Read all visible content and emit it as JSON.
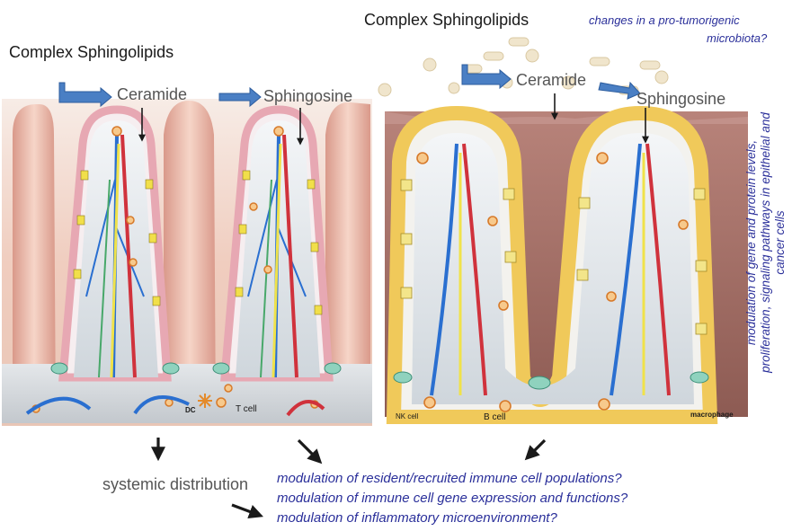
{
  "left_panel": {
    "title": "Complex Sphingolipids",
    "ceramide": "Ceramide",
    "sphingosine": "Sphingosine",
    "cell_labels": {
      "dc": "DC",
      "tcell": "T cell"
    }
  },
  "right_panel": {
    "title": "Complex Sphingolipids",
    "ceramide": "Ceramide",
    "sphingosine": "Sphingosine",
    "microbiota_question": [
      "changes in a pro-tumorigenic",
      "microbiota?"
    ],
    "cell_labels": {
      "nk": "NK cell",
      "bcell": "B cell",
      "macrophage": "macrophage"
    },
    "side_annotation": "modulation of gene and protein levels, proliferation, signaling pathways in epithelial and cancer cells"
  },
  "bottom": {
    "systemic": "systemic distribution",
    "questions": [
      "modulation of resident/recruited immune cell populations?",
      "modulation of immune cell gene expression and functions?",
      "modulation of inflammatory microenvironment?"
    ]
  },
  "colors": {
    "label_blue": "#2a2f9a",
    "arrow_blue": "#4a7fc4",
    "tissue_pink": "#e7b2a2",
    "tissue_brown": "#9a6a62"
  }
}
